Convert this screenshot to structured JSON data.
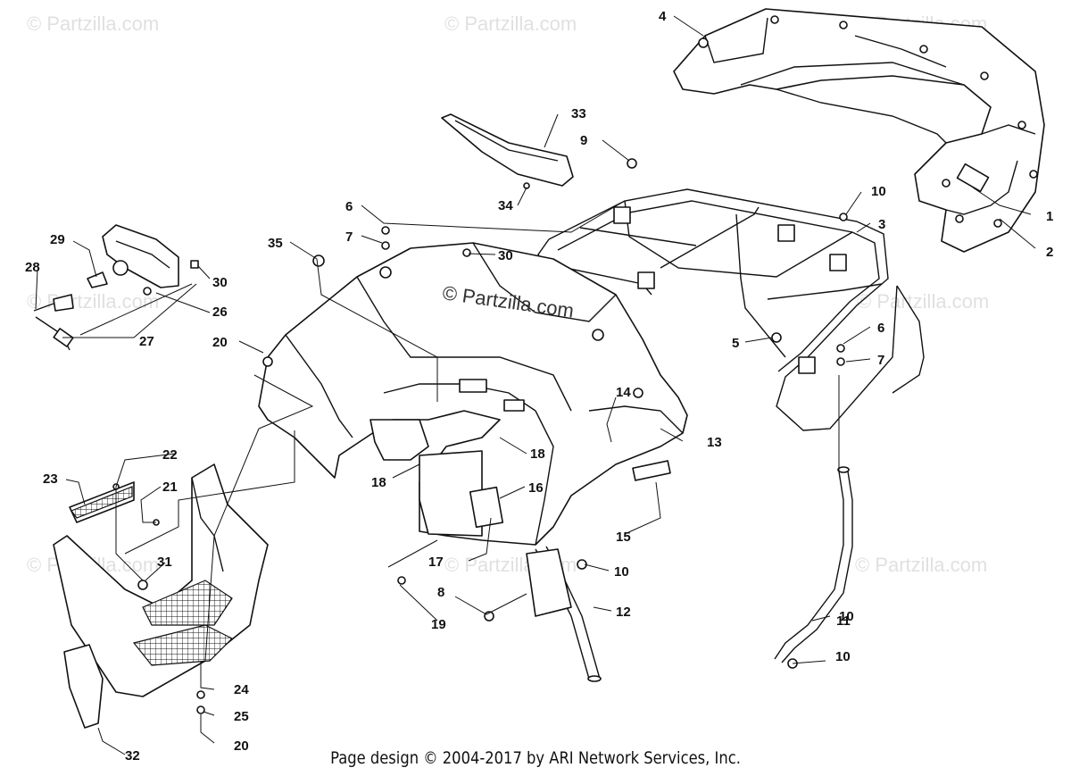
{
  "watermarks": {
    "text": "© Partzilla.com",
    "center_text": "© Partzilla.com"
  },
  "footer": {
    "text": "Page design © 2004-2017 by ARI Network Services, Inc."
  },
  "callouts": [
    "1",
    "2",
    "3",
    "4",
    "5",
    "6",
    "6",
    "7",
    "7",
    "8",
    "9",
    "10",
    "10",
    "10",
    "10",
    "11",
    "12",
    "13",
    "14",
    "15",
    "16",
    "17",
    "18",
    "18",
    "19",
    "20",
    "20",
    "21",
    "22",
    "23",
    "24",
    "25",
    "26",
    "27",
    "28",
    "29",
    "30",
    "30",
    "31",
    "32",
    "33",
    "34",
    "35"
  ],
  "colors": {
    "line": "#111111",
    "watermark": "#c8c8c8",
    "background": "#ffffff"
  }
}
